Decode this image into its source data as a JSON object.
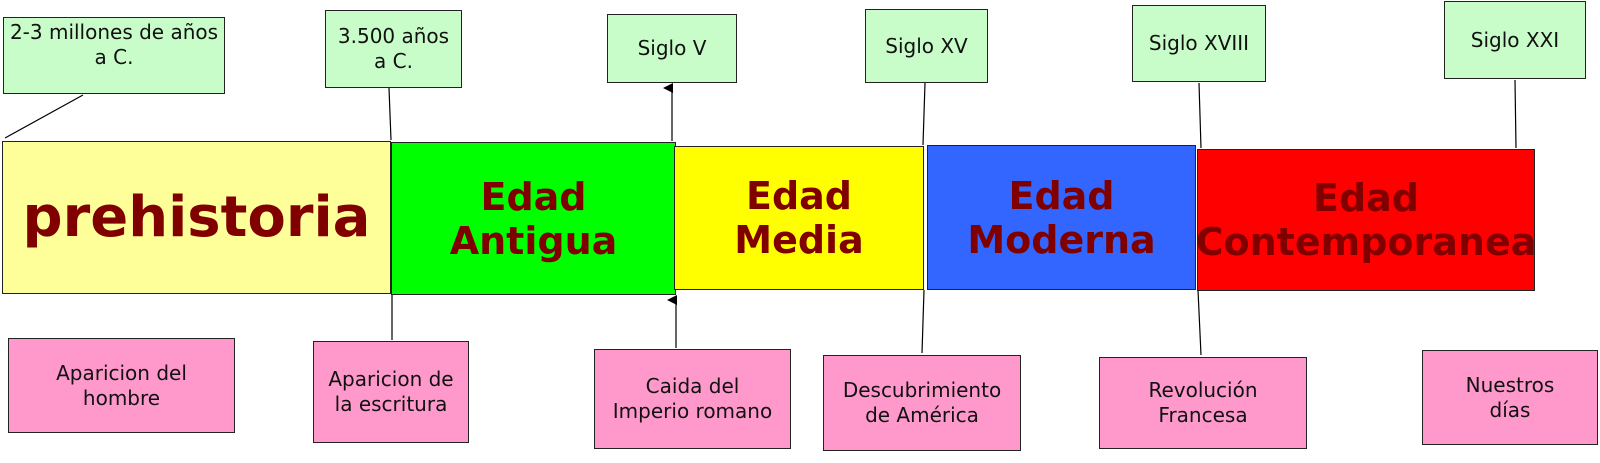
{
  "eras": [
    {
      "label": "prehistoria",
      "color": "#ffff99"
    },
    {
      "label": "Edad\nAntigua",
      "color": "#00ff00"
    },
    {
      "label": "Edad\nMedia",
      "color": "#ffff00"
    },
    {
      "label": "Edad\nModerna",
      "color": "#3366ff"
    },
    {
      "label": "Edad\nContemporanea",
      "color": "#ff0000"
    }
  ],
  "dates": [
    {
      "label": "2-3 millones de años\na C."
    },
    {
      "label": "3.500 años\na C."
    },
    {
      "label": "Siglo V"
    },
    {
      "label": "Siglo XV"
    },
    {
      "label": "Siglo XVIII"
    },
    {
      "label": "Siglo XXI"
    }
  ],
  "events": [
    {
      "label": "Aparicion del hombre"
    },
    {
      "label": "Aparicion de\nla escritura"
    },
    {
      "label": "Caida del\nImperio romano"
    },
    {
      "label": "Descubrimiento\nde América"
    },
    {
      "label": "Revolución\nFrancesa"
    },
    {
      "label": "Nuestros\ndías"
    }
  ],
  "colors": {
    "date_box": "#c8fcc8",
    "event_box": "#ff99cc",
    "era_text": "#800000"
  }
}
